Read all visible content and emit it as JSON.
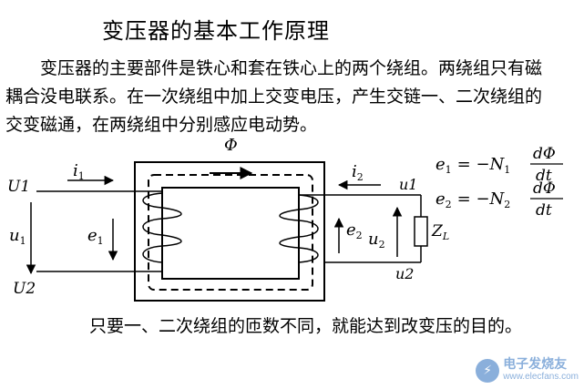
{
  "title": "变压器的基本工作原理",
  "paragraph": "变压器的主要部件是铁心和套在铁心上的两个绕组。两绕组只有磁耦合没电联系。在一次绕组中加上交变电压，产生交链一、二次绕组的交变磁通，在两绕组中分别感应电动势。",
  "conclusion": "只要一、二次绕组的匝数不同，就能达到改变压的目的。",
  "diagram": {
    "flux": "Φ",
    "U1": "U1",
    "U2": "U2",
    "i1": "i",
    "i1_sub": "1",
    "i2": "i",
    "i2_sub": "2",
    "u1_left": "u",
    "u1_left_sub": "1",
    "e1": "e",
    "e1_sub": "1",
    "e2": "e",
    "e2_sub": "2",
    "u2": "u",
    "u2_sub": "2",
    "u1_right": "u1",
    "u2_right": "u2",
    "ZL": "Z",
    "ZL_sub": "L"
  },
  "equations": [
    {
      "lhs": "e",
      "lhs_sub": "1",
      "eq": "= −N",
      "n_sub": "1",
      "num": "dΦ",
      "den": "dt"
    },
    {
      "lhs": "e",
      "lhs_sub": "2",
      "eq": "= −N",
      "n_sub": "2",
      "num": "dΦ",
      "den": "dt"
    }
  ],
  "watermark": {
    "cn": "电子发烧友",
    "url": "www.elecfans.com"
  },
  "colors": {
    "background": "#ffffff",
    "ink": "#000000",
    "watermark": "#2b6fbf"
  }
}
